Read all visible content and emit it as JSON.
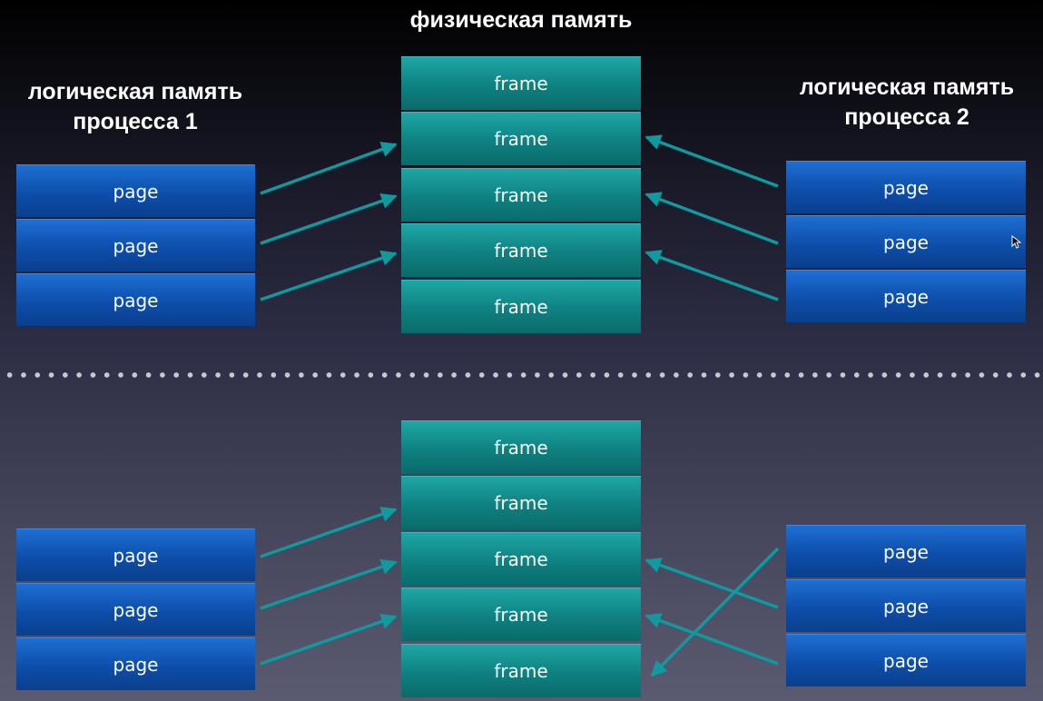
{
  "top": {
    "center_title": "физическая память",
    "left_title_line1": "логическая память",
    "left_title_line2": "процесса 1",
    "right_title_line1": "логическая память",
    "right_title_line2": "процесса 2",
    "left_pages": [
      "page",
      "page",
      "page"
    ],
    "frames": [
      "frame",
      "frame",
      "frame",
      "frame",
      "frame"
    ],
    "right_pages": [
      "page",
      "page",
      "page"
    ]
  },
  "bottom": {
    "left_pages": [
      "page",
      "page",
      "page"
    ],
    "frames": [
      "frame",
      "frame",
      "frame",
      "frame",
      "frame"
    ],
    "right_pages": [
      "page",
      "page",
      "page"
    ]
  },
  "colors": {
    "page_blue": "#0d4eaa",
    "frame_teal": "#0f8080",
    "arrow_teal": "#0e9a9e",
    "title_white": "#ffffff"
  }
}
